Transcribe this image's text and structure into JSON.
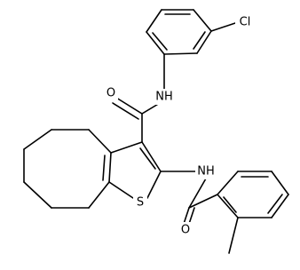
{
  "molecule": {
    "atoms": {
      "cl": "Cl",
      "nh_amide": "NH",
      "o_amide": "O",
      "nh_thio": "NH",
      "s_ring": "S",
      "o_benzoyl": "O"
    }
  }
}
